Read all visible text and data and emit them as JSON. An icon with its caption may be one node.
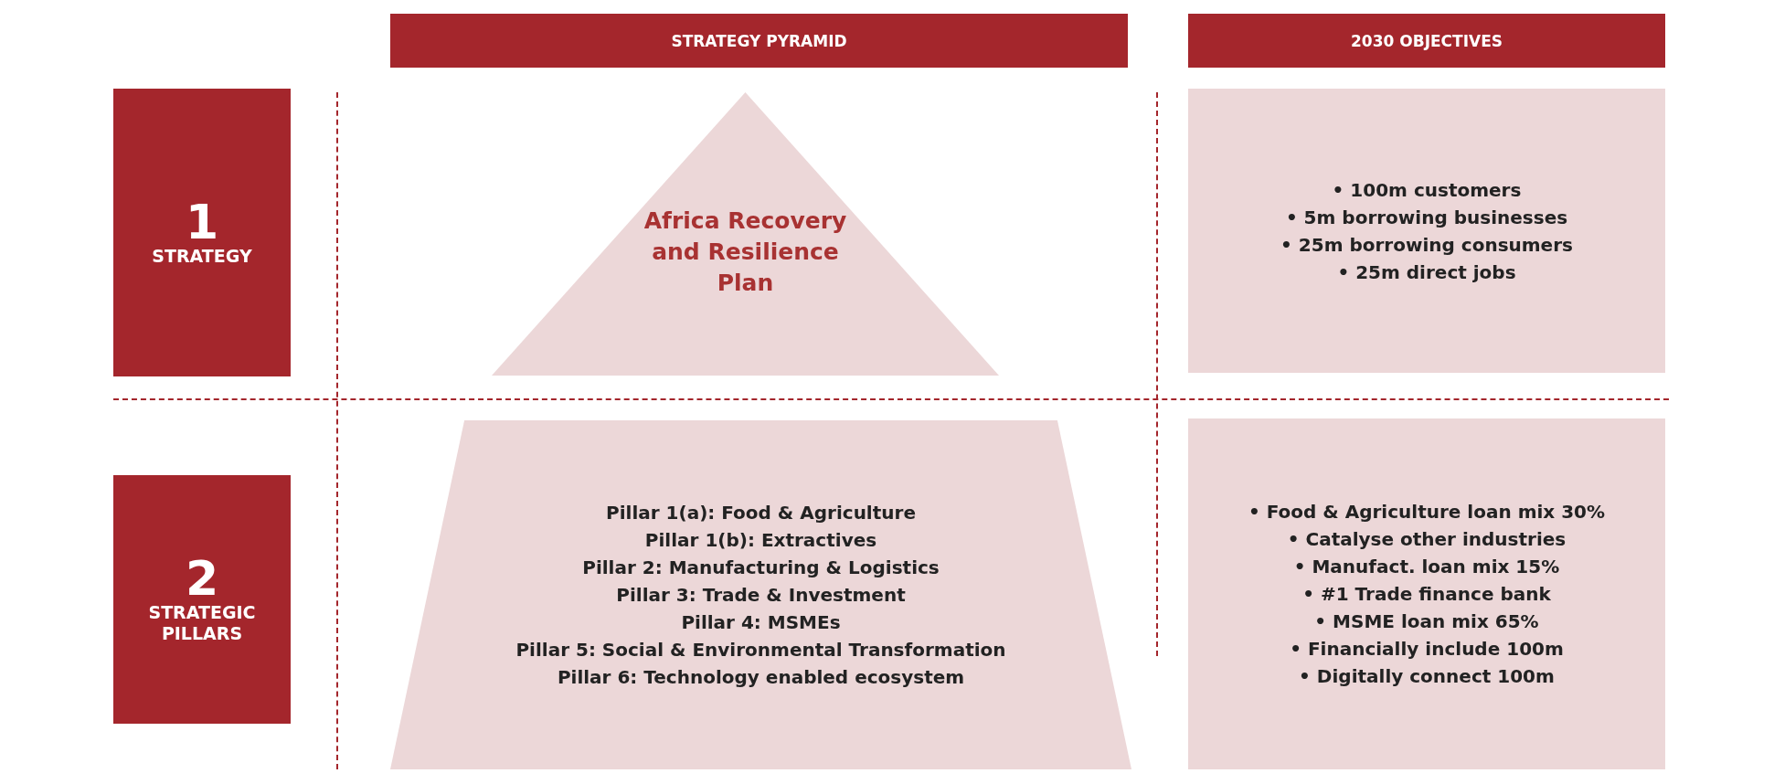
{
  "diagram": {
    "nodes": [
      {
        "text": [
          "STRATEGY PYRAMID"
        ]
      },
      {
        "text": [
          "2030 OBJECTIVES"
        ]
      },
      {
        "text": [
          "1",
          "STRATEGY"
        ]
      },
      {
        "text": [
          "Africa Recovery and Resilience Plan"
        ]
      },
      {
        "text": [
          "• 100m customers",
          "• 5m borrowing businesses",
          "• 25m borrowing consumers",
          "• 25m direct jobs"
        ]
      },
      {
        "text": [
          "2",
          "STRATEGIC PILLARS"
        ]
      },
      {
        "text": [
          "Pillar 1(a): Food & Agriculture",
          "Pillar 1(b): Extractives",
          "Pillar 2: Manufacturing & Logistics",
          "Pillar 3: Trade & Investment",
          "Pillar 4: MSMEs",
          "Pillar 5: Social & Environmental Transformation",
          "Pillar 6: Technology enabled ecosystem"
        ]
      },
      {
        "text": [
          "• Food & Agriculture loan mix 30%",
          "• Catalyse other industries",
          "• Manufact. loan mix 15%",
          "• #1 Trade finance bank",
          "• MSME loan mix 65%",
          "• Financially include 100m",
          "• Digitally connect 100m"
        ]
      }
    ],
    "edges": []
  }
}
